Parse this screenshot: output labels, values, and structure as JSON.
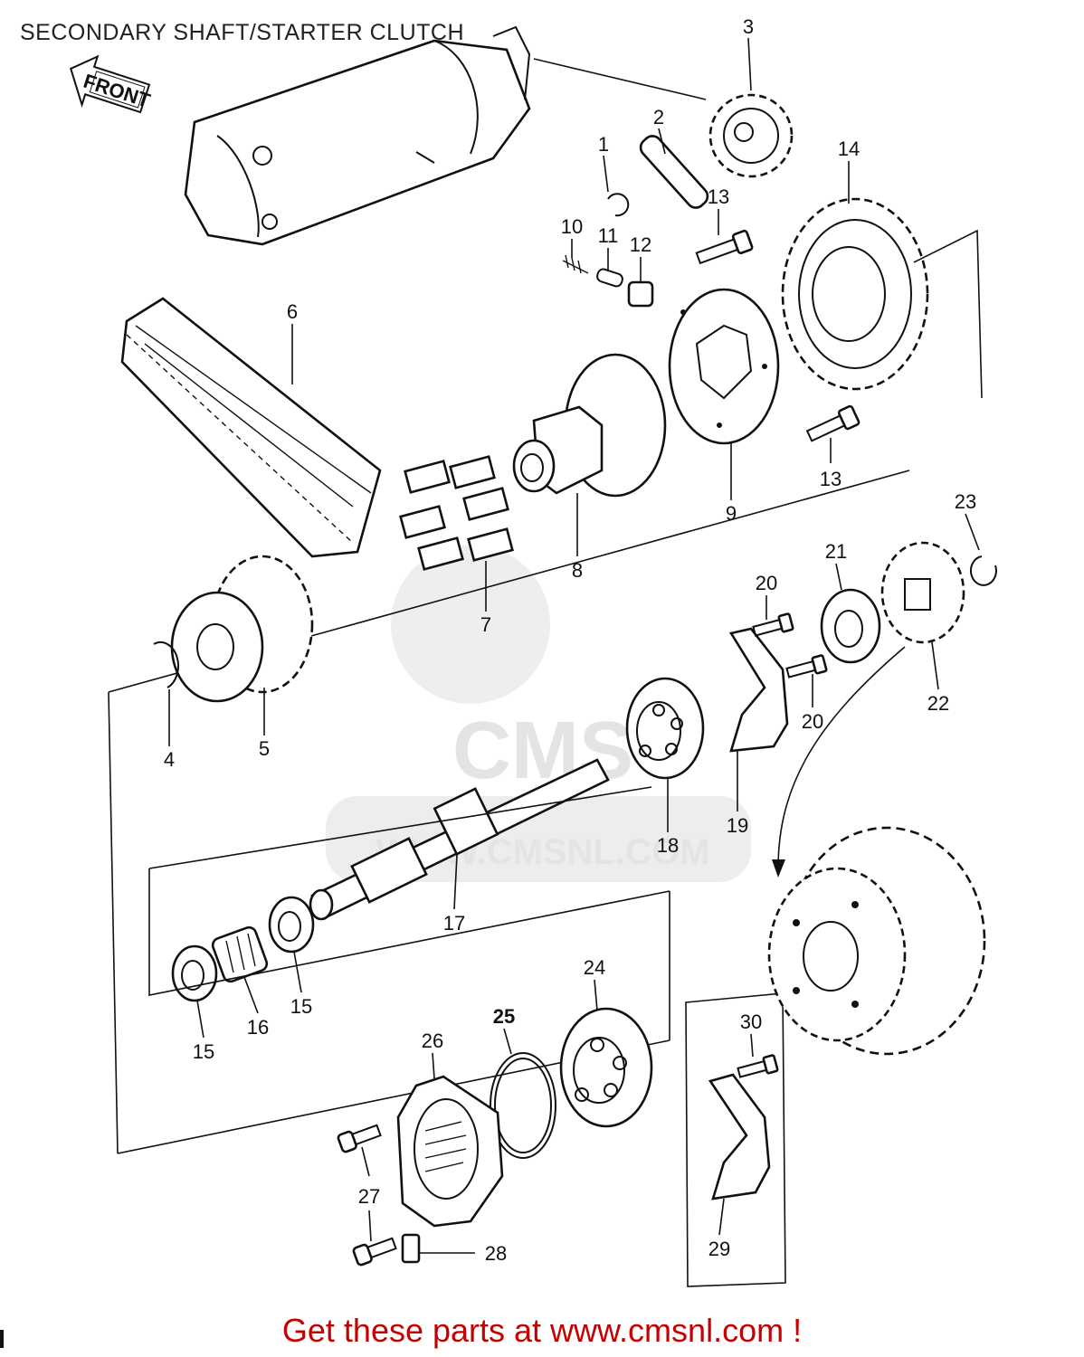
{
  "title": "SECONDARY SHAFT/STARTER CLUTCH",
  "footer": "Get these parts at www.cmsnl.com !",
  "front_label": "FRONT",
  "watermark": {
    "brand": "CMS",
    "url": "WWW.CMSNL.COM"
  },
  "colors": {
    "footer": "#c40000",
    "ink": "#111111",
    "watermark": "#dedede"
  },
  "callouts": [
    "1",
    "2",
    "3",
    "4",
    "5",
    "6",
    "7",
    "8",
    "9",
    "10",
    "11",
    "12",
    "13",
    "13",
    "14",
    "15",
    "15",
    "16",
    "17",
    "18",
    "19",
    "20",
    "20",
    "21",
    "22",
    "23",
    "24",
    "25",
    "26",
    "27",
    "28",
    "29",
    "30"
  ]
}
